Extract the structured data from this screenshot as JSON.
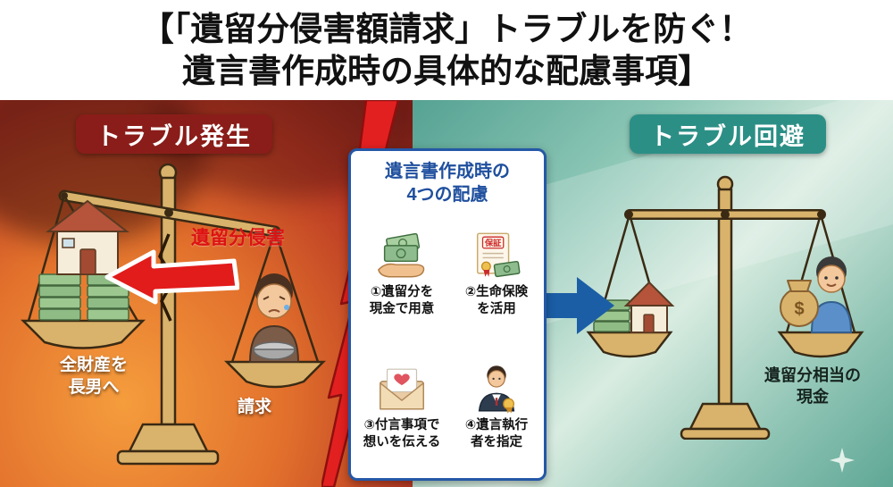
{
  "header": {
    "title_line1": "【「遺留分侵害額請求」トラブルを防ぐ！",
    "title_line2": "遺言書作成時の具体的な配慮事項】"
  },
  "left_panel": {
    "badge": "トラブル発生",
    "infringement_label": "遺留分侵害",
    "pan_label_line1": "全財産を",
    "pan_label_line2": "長男へ",
    "claim_label": "請求"
  },
  "right_panel": {
    "badge": "トラブル回避",
    "cash_label_line1": "遺留分相当の",
    "cash_label_line2": "現金",
    "moneybag_symbol": "$"
  },
  "card": {
    "title_line1": "遺言書作成時の",
    "title_line2": "4つの配慮",
    "items": [
      {
        "line1": "①遺留分を",
        "line2": "現金で用意"
      },
      {
        "line1": "②生命保険",
        "line2": "を活用",
        "badge": "保証"
      },
      {
        "line1": "③付言事項で",
        "line2": "想いを伝える"
      },
      {
        "line1": "④遺言執行",
        "line2": "者を指定"
      }
    ]
  },
  "colors": {
    "card_border": "#2458a6",
    "card_title": "#1f4f9e",
    "arrow_blue": "#1b5ea6",
    "lightning_red": "#e32020",
    "badge_trouble_bg": "#8a1d19",
    "badge_avoid_bg": "#2c8f86",
    "infringement_text": "#dd1212"
  }
}
